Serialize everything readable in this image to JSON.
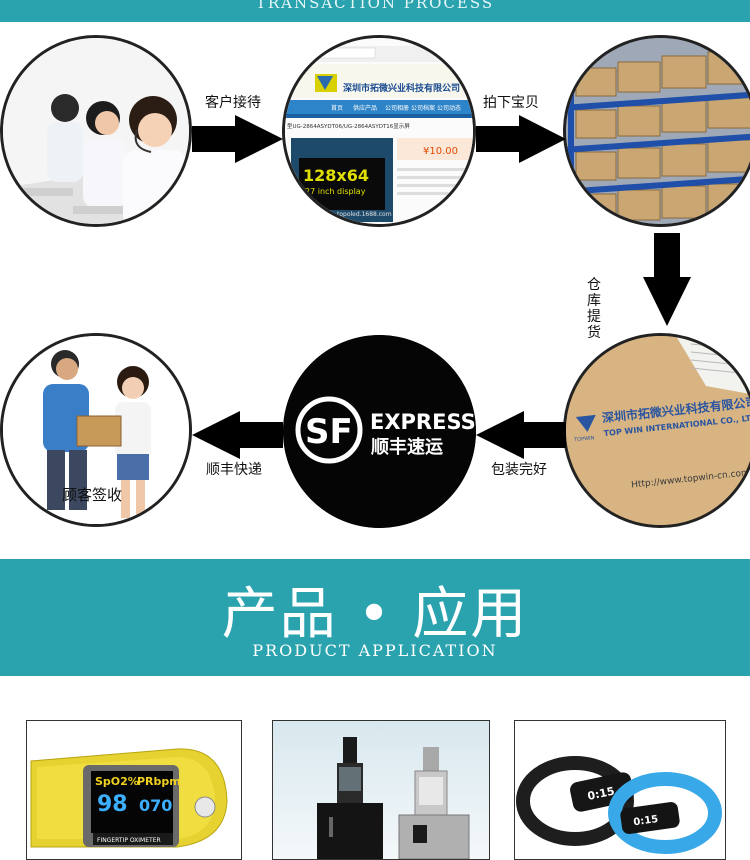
{
  "header": {
    "subtitle": "TRANSACTION PROCESS"
  },
  "flow": {
    "step_service": "客户接待",
    "step_order": "拍下宝贝",
    "step_pick": [
      "仓",
      "库",
      "提",
      "货"
    ],
    "step_pack": "包装完好",
    "step_ship": "顺丰快递",
    "step_sign": "顾客签收"
  },
  "webpage": {
    "company": "深圳市拓微兴业科技有限公司",
    "nav": [
      "首页",
      "供应产品",
      "公司相册",
      "公司档案",
      "公司动态"
    ],
    "product": "型UG-2864ASYDT06/UG-2864ASYDT16显示屏",
    "price": "¥10.00",
    "display_text1": "128x64",
    "display_text2": "27 inch display",
    "site": "topoled.1688.com"
  },
  "package": {
    "cn": "深圳市拓微兴业科技有限公司",
    "en": "TOP WIN INTERNATIONAL CO., LTD.",
    "logo": "TOPWIN",
    "url": "Http://www.topwin-cn.com"
  },
  "sf": {
    "logo": "SF",
    "express": "EXPRESS",
    "cn": "顺丰速运"
  },
  "section2": {
    "title": "产品 • 应用",
    "subtitle": "PRODUCT APPLICATION"
  },
  "products": {
    "oximeter": {
      "spo2": "SpO2%",
      "pr": "PRbpm",
      "val1": "98",
      "val2": "070",
      "name": "FINGERTIP OXIMETER"
    },
    "band_time": "0:15"
  },
  "colors": {
    "teal": "#2aa3ae",
    "arrow": "#000000"
  }
}
